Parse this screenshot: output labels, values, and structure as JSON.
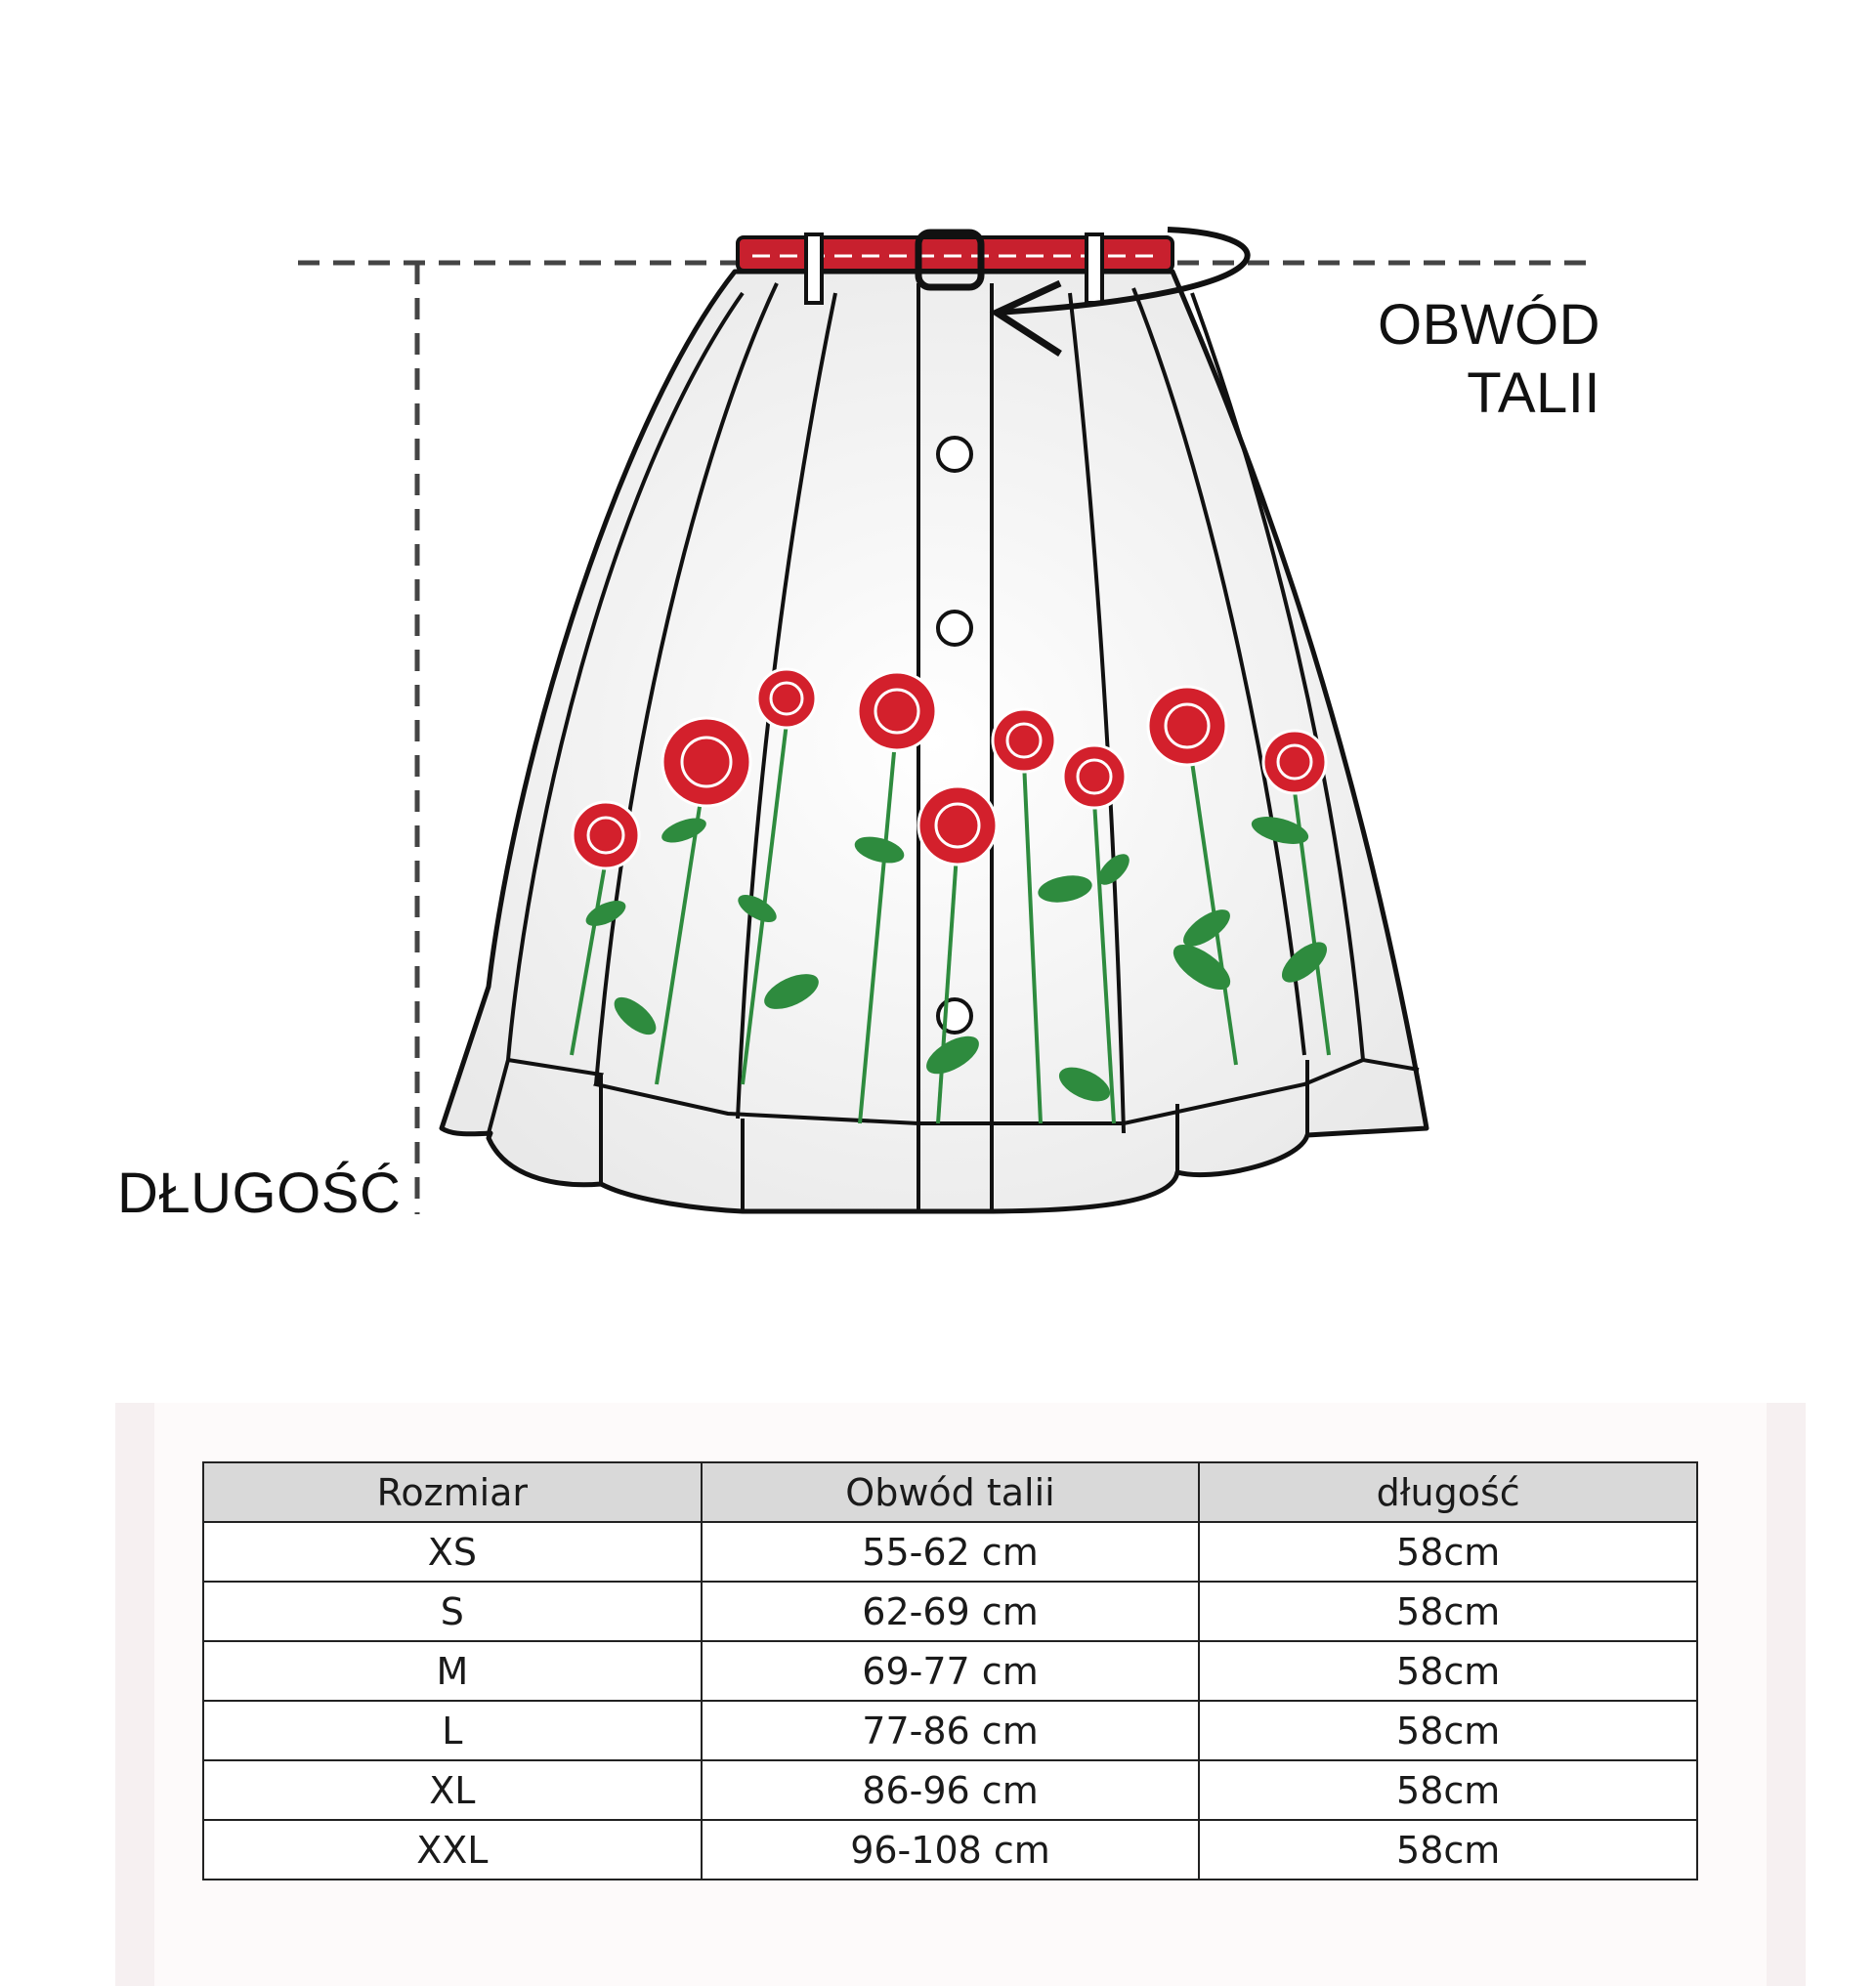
{
  "labels": {
    "waist_line1": "OBWÓD",
    "waist_line2": "TALII",
    "length": "DŁUGOŚĆ"
  },
  "colors": {
    "belt": "#c8202e",
    "rose": "#d3202c",
    "leaf": "#2e8b3e",
    "outline": "#111111",
    "header_bg": "#d9d9d9"
  },
  "table": {
    "headers": [
      "Rozmiar",
      "Obwód talii",
      "długość"
    ],
    "rows": [
      [
        "XS",
        "55-62 cm",
        "58cm"
      ],
      [
        "S",
        "62-69 cm",
        "58cm"
      ],
      [
        "M",
        "69-77 cm",
        "58cm"
      ],
      [
        "L",
        "77-86 cm",
        "58cm"
      ],
      [
        "XL",
        "86-96 cm",
        "58cm"
      ],
      [
        "XXL",
        "96-108 cm",
        "58cm"
      ]
    ]
  }
}
